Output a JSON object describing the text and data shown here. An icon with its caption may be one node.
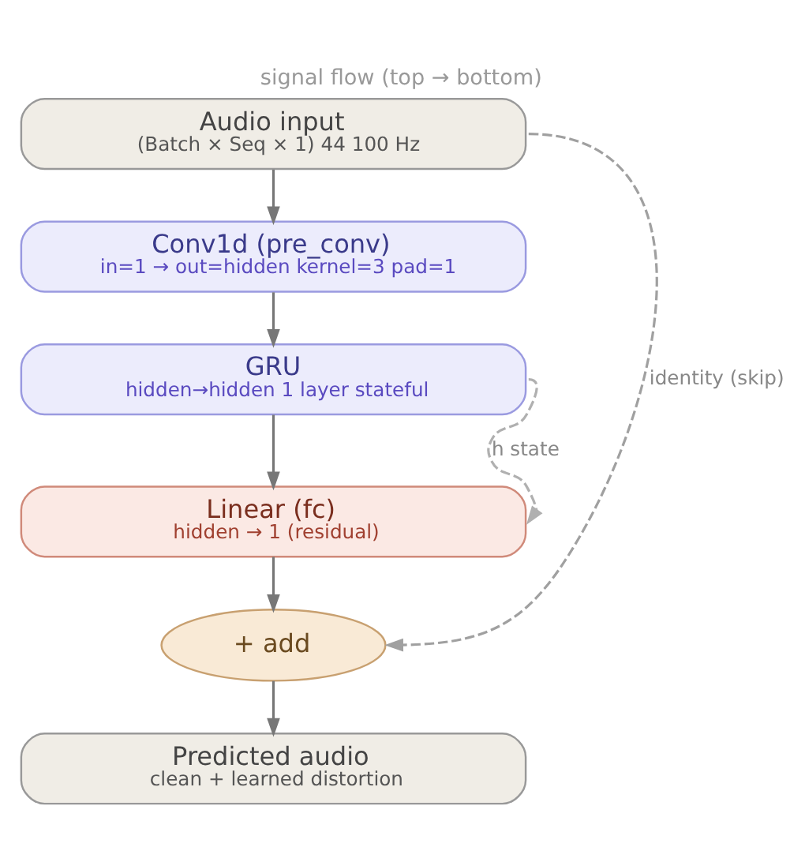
{
  "diagram": {
    "title": "signal flow (top → bottom)",
    "nodes": [
      {
        "text": [
          "Audio input",
          "(Batch × Seq × 1) 44 100 Hz"
        ]
      },
      {
        "text": [
          "Conv1d (pre_conv)",
          "in=1 → out=hidden kernel=3 pad=1"
        ]
      },
      {
        "text": [
          "GRU",
          "hidden→hidden 1 layer stateful"
        ]
      },
      {
        "text": [
          "Linear (fc)",
          "hidden → 1 (residual)"
        ]
      },
      {
        "text": [
          "+ add"
        ]
      },
      {
        "text": [
          "Predicted audio",
          "clean + learned distortion"
        ]
      }
    ],
    "edges": [
      {
        "from": 0,
        "to": 1,
        "arrow": "to"
      },
      {
        "from": 1,
        "to": 2,
        "arrow": "to"
      },
      {
        "from": 2,
        "to": 3,
        "arrow": "to"
      },
      {
        "from": 2,
        "to": 3,
        "arrow": "to",
        "label": "h state",
        "style": "dashed",
        "color": "#b0b0b0"
      },
      {
        "from": 0,
        "to": 4,
        "arrow": "to",
        "label": "identity (skip)",
        "style": "dashed",
        "color": "#a0a0a0"
      },
      {
        "from": 3,
        "to": 4,
        "arrow": "to"
      },
      {
        "from": 4,
        "to": 5,
        "arrow": "to"
      }
    ]
  }
}
